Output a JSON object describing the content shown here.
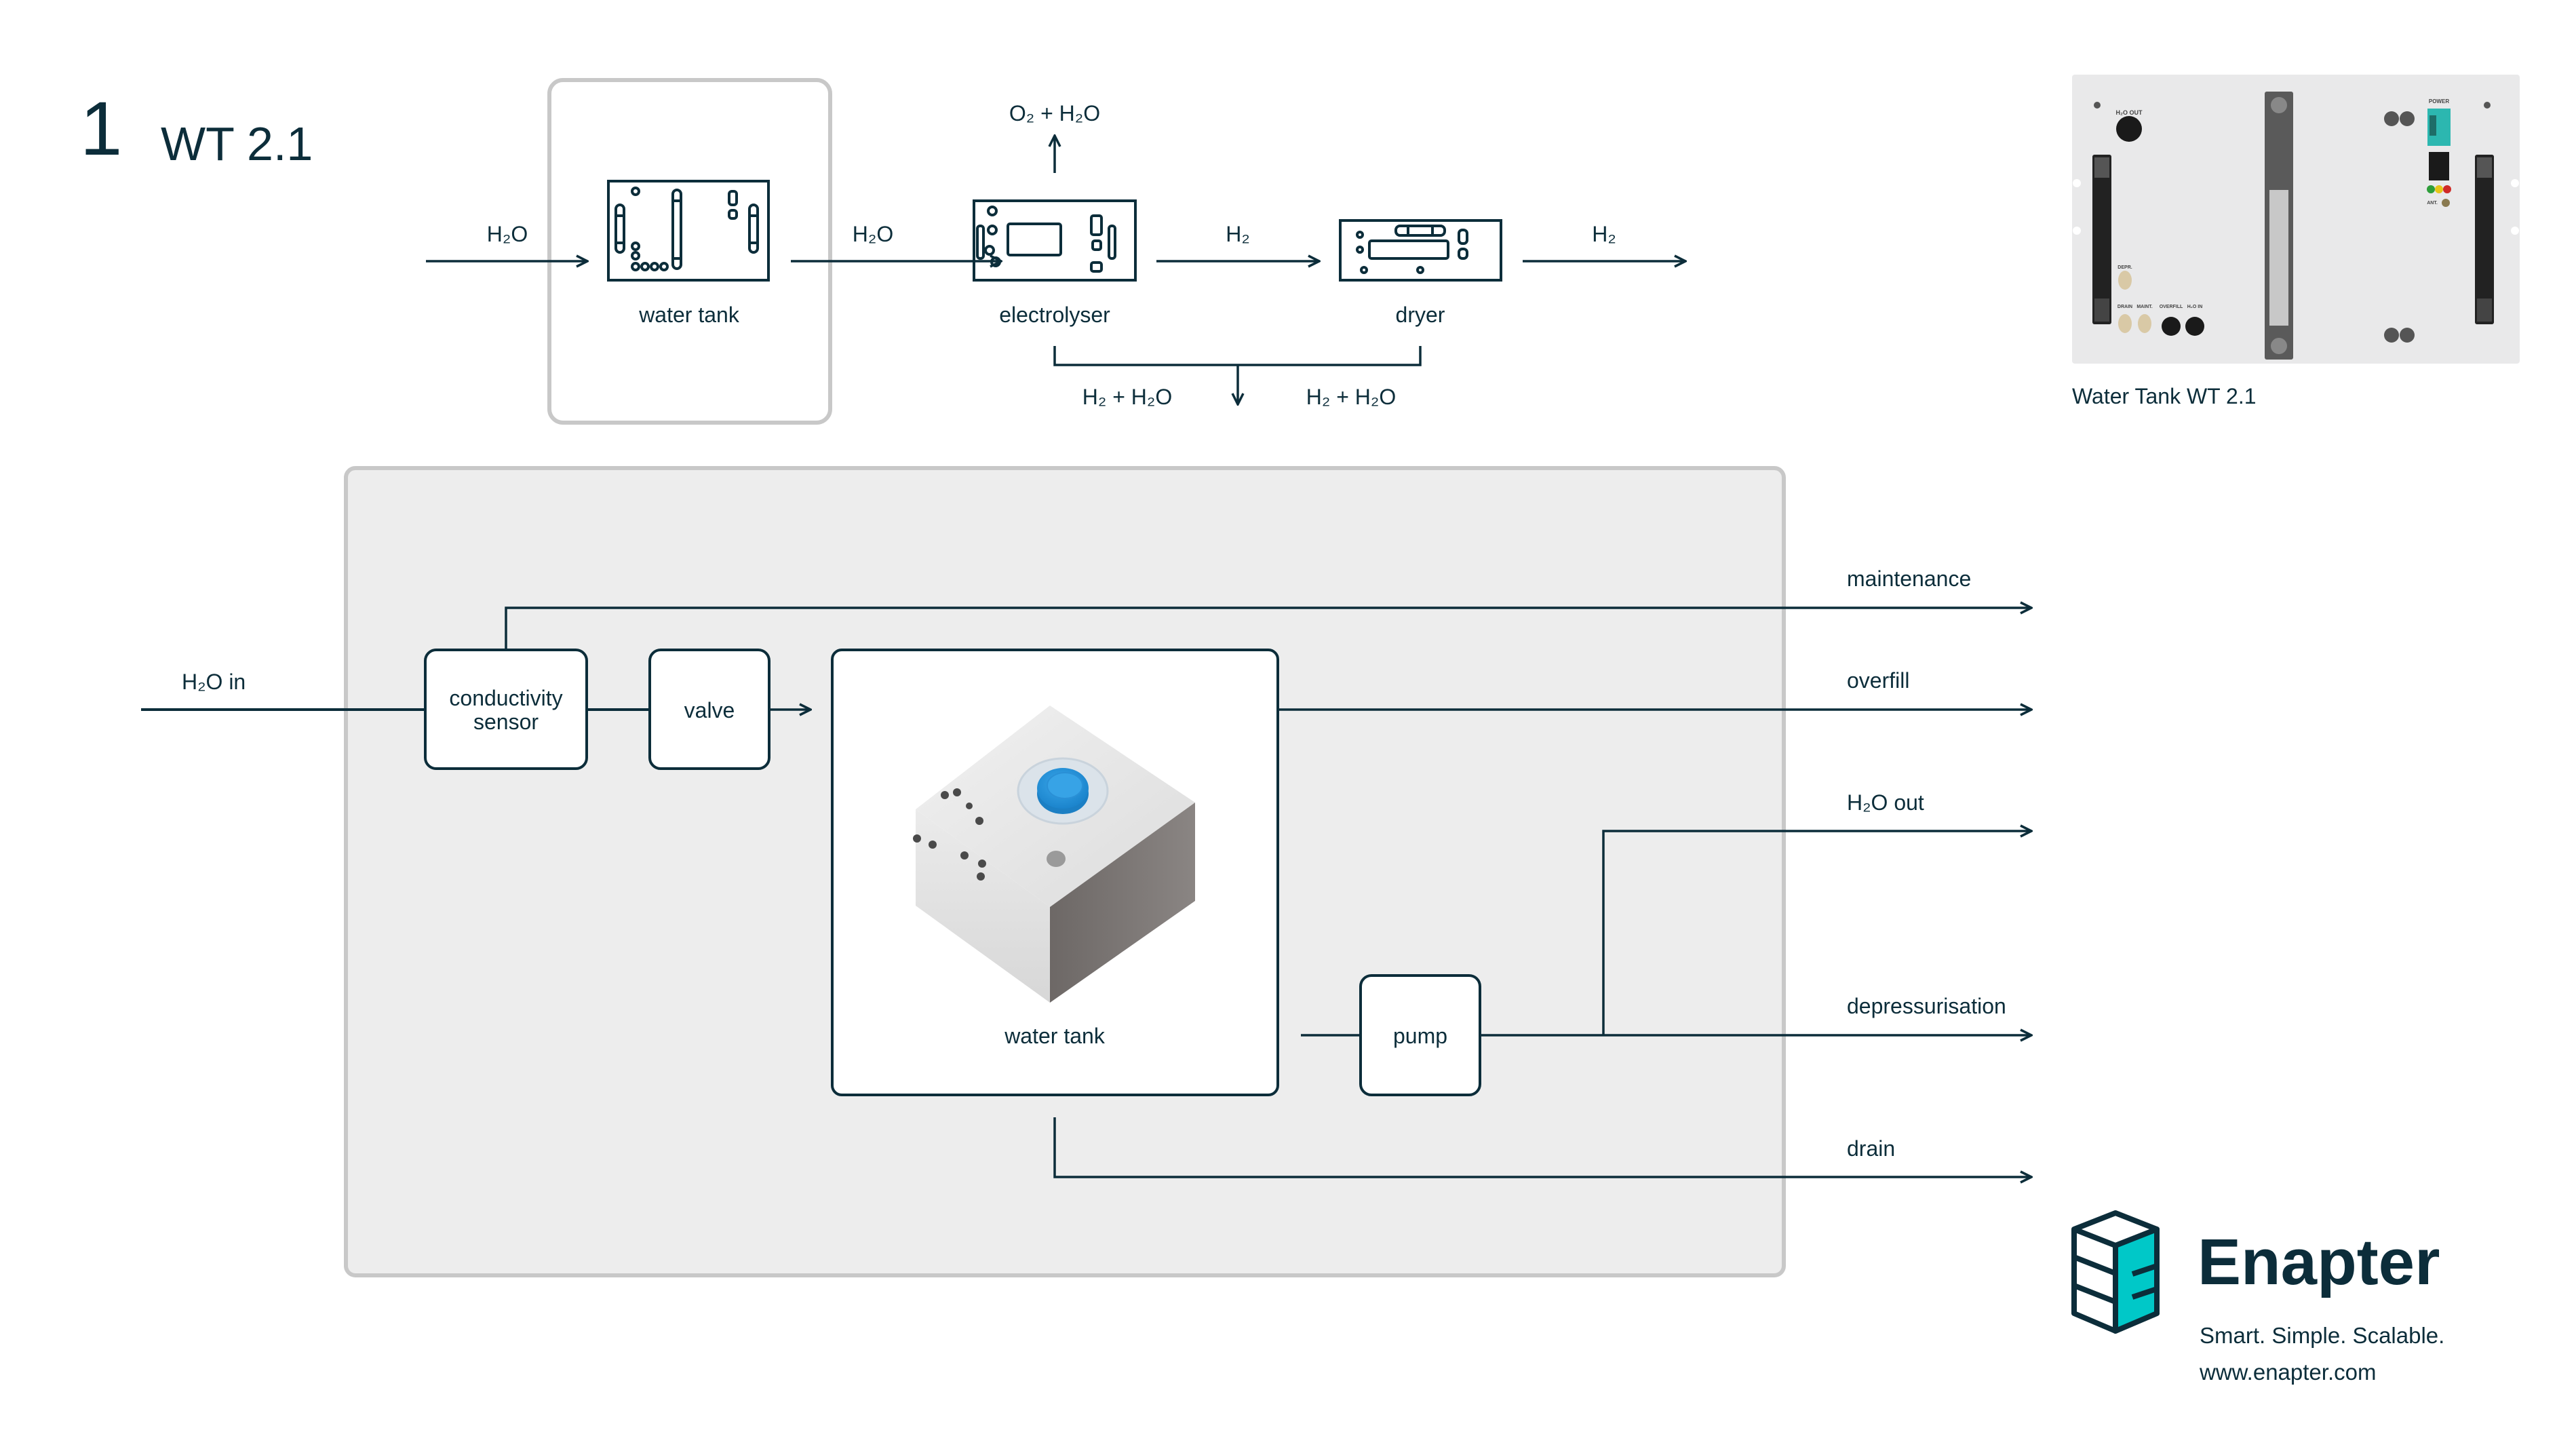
{
  "header": {
    "number": "1",
    "title": "WT 2.1"
  },
  "overview_flow": {
    "input_label": "H₂O",
    "water_tank_label": "water tank",
    "tank_to_electrolyser_label": "H₂O",
    "electrolyser_label": "electrolyser",
    "electrolyser_output_label": "O₂ + H₂O",
    "electrolyser_to_dryer_label": "H₂",
    "dryer_label": "dryer",
    "dryer_output_label": "H₂",
    "return_left_label": "H₂ + H₂O",
    "return_right_label": "H₂ + H₂O"
  },
  "detail_flow": {
    "input_label": "H₂O in",
    "conductivity_sensor_label_line1": "conductivity",
    "conductivity_sensor_label_line2": "sensor",
    "valve_label": "valve",
    "water_tank_label": "water tank",
    "pump_label": "pump",
    "outputs": [
      {
        "label": "maintenance"
      },
      {
        "label": "overfill"
      },
      {
        "label": "H₂O out"
      },
      {
        "label": "depressurisation"
      },
      {
        "label": "drain"
      }
    ]
  },
  "product": {
    "caption": "Water Tank WT 2.1",
    "panel_labels": {
      "h2o_out": "H₂O OUT",
      "power": "POWER",
      "ant": "ANT.",
      "depr": "DEPR.",
      "drain": "DRAIN",
      "maint": "MAINT.",
      "overfill": "OVERFILL",
      "h2o_in": "H₂O IN"
    },
    "led_colors": [
      "#2e9e3a",
      "#e6c619",
      "#cf2a27"
    ],
    "accent_color": "#2cb7b0"
  },
  "brand": {
    "name": "Enapter",
    "tagline": "Smart. Simple. Scalable.",
    "url": "www.enapter.com",
    "primary_color": "#0c2d3a",
    "accent_color": "#00c8c8"
  }
}
